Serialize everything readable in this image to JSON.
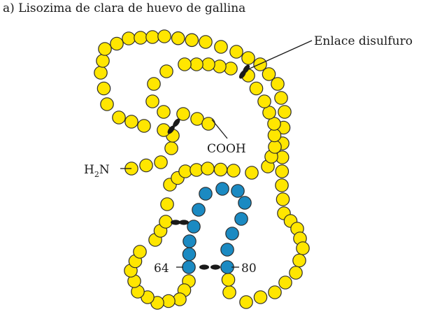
{
  "title": "a) Lisozima de clara de huevo de gallina",
  "labels": {
    "disulfide": "Enlace disulfuro",
    "carboxyl": "COOH",
    "amino_h": "H",
    "amino_sub": "2",
    "amino_n": "N",
    "residue_64": "64",
    "residue_80": "80"
  },
  "colors": {
    "chain_yellow": "#FFE600",
    "segment_blue": "#1B8AC2",
    "bead_outline": "#2b2b2b",
    "disulfide_bond": "#1a1a1a"
  }
}
